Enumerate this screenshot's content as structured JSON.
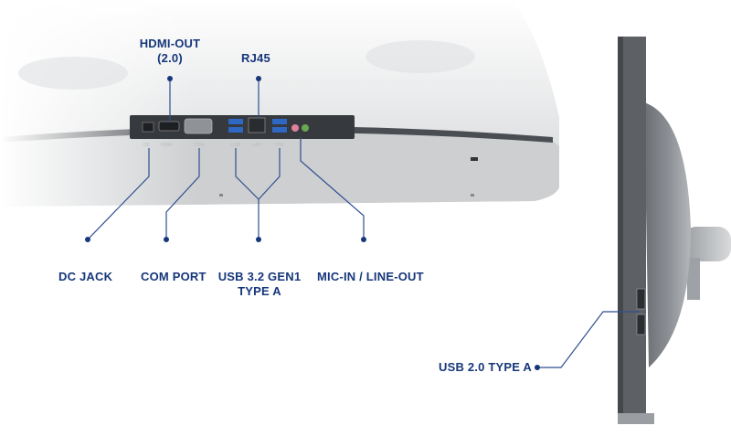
{
  "callouts": {
    "hdmi_out": "HDMI-OUT",
    "hdmi_version": "(2.0)",
    "rj45": "RJ45",
    "dc_jack": "DC JACK",
    "com_port": "COM PORT",
    "usb_gen1_line1": "USB 3.2 GEN1",
    "usb_gen1_line2": "TYPE A",
    "mic_line": "MIC-IN / LINE-OUT",
    "usb2": "USB 2.0 TYPE A"
  },
  "port_labels": {
    "dc": "DC",
    "hdmi": "HDMI",
    "com": "COM",
    "usb_left": "USB",
    "lan": "LAN",
    "usb_right": "USB"
  },
  "colors": {
    "callout_text": "#16377a",
    "leader_line": "#2f4f8f",
    "bezel": "#555a60",
    "body": "#d9dadc"
  }
}
